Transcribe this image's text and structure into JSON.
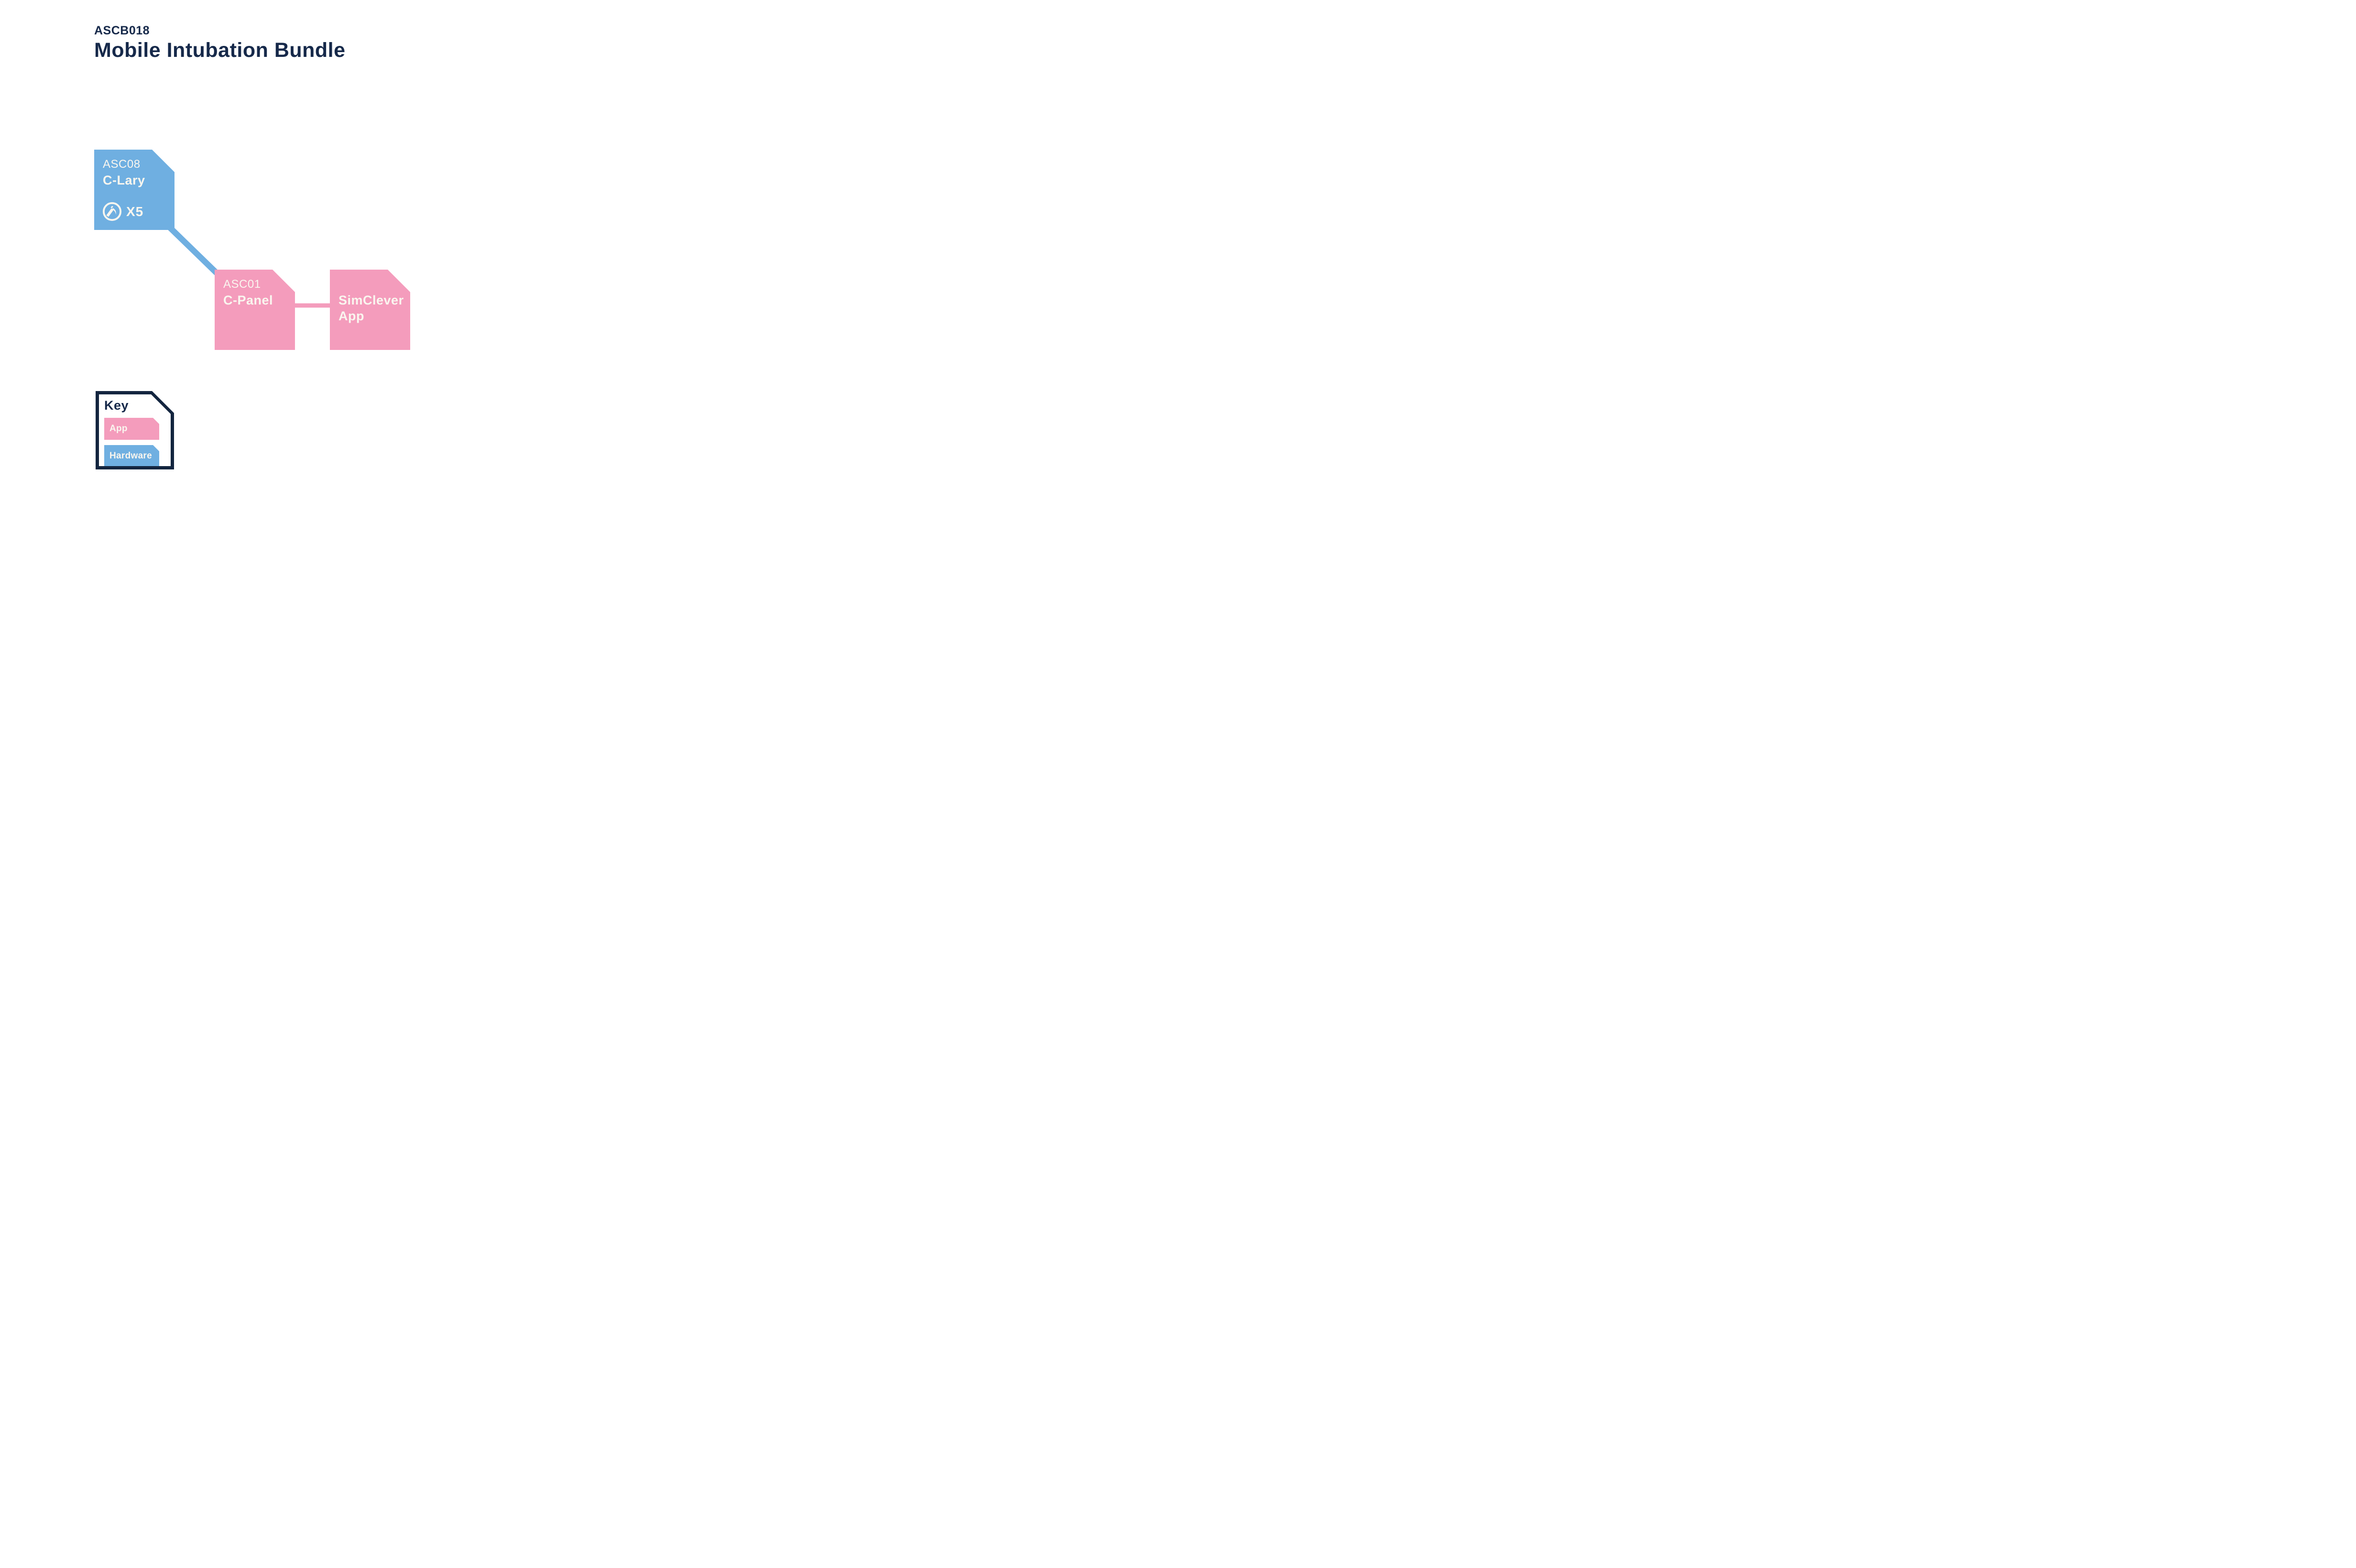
{
  "header": {
    "code": "ASCB018",
    "title": "Mobile Intubation Bundle"
  },
  "nodes": [
    {
      "id": "c-lary",
      "code": "ASC08",
      "name": "C-Lary",
      "type": "hardware",
      "quantity": "X5",
      "icon": "laryngoscope-icon"
    },
    {
      "id": "c-panel",
      "code": "ASC01",
      "name": "C-Panel",
      "type": "app"
    },
    {
      "id": "simclever-app",
      "code": "",
      "name": "SimClever App",
      "type": "app"
    }
  ],
  "edges": [
    {
      "from": "c-lary",
      "to": "c-panel",
      "type": "hardware"
    },
    {
      "from": "c-panel",
      "to": "simclever-app",
      "type": "app"
    }
  ],
  "key": {
    "title": "Key",
    "items": [
      {
        "label": "App",
        "type": "app"
      },
      {
        "label": "Hardware",
        "type": "hardware"
      }
    ]
  },
  "colors": {
    "app_pink": "#F49CBC",
    "hardware_blue": "#6FAFE1",
    "navy": "#16294A",
    "key_border_navy": "#13253F",
    "node_text_cream": "#FAF6EF",
    "background": "#FFFFFF"
  }
}
